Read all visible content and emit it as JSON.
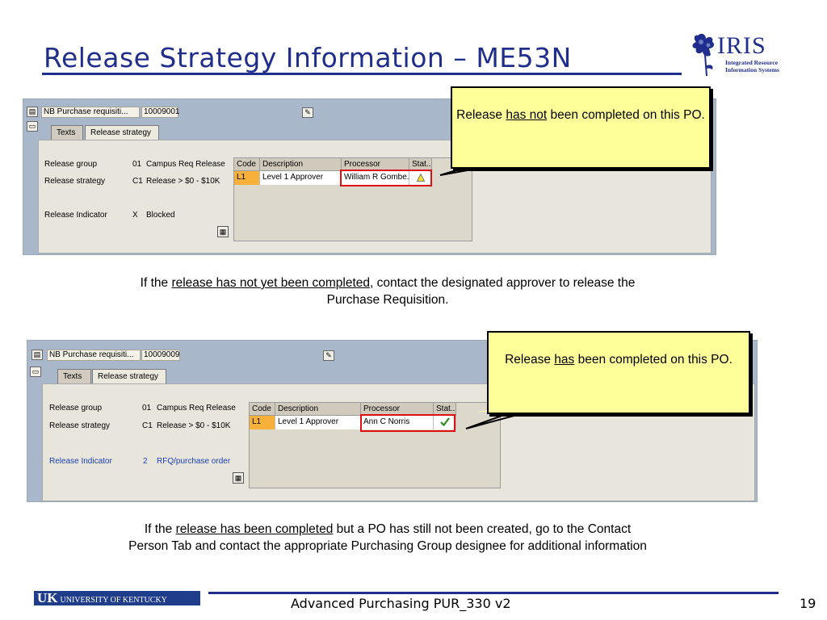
{
  "slide": {
    "title": "Release Strategy Information – ME53N",
    "logo_name": "IRIS",
    "logo_sub1": "Integrated Resource",
    "logo_sub2": "Information Systems",
    "footer_logo_uk": "UK",
    "footer_logo_name": "UNIVERSITY OF KENTUCKY",
    "footer_text": "Advanced Purchasing PUR_330 v2",
    "page_number": "19"
  },
  "screen1": {
    "doc_type": "NB Purchase requisiti...",
    "doc_number": "10009001",
    "tab_texts": "Texts",
    "tab_release": "Release strategy",
    "release_group_label": "Release group",
    "release_group_code": "01",
    "release_group_value": "Campus Req Release",
    "release_strategy_label": "Release strategy",
    "release_strategy_code": "C1",
    "release_strategy_value": "Release > $0 - $10K",
    "release_indicator_label": "Release Indicator",
    "release_indicator_code": "X",
    "release_indicator_value": "Blocked",
    "columns": [
      "Code",
      "Description",
      "Processor",
      "Stat..."
    ],
    "row": {
      "code": "L1",
      "description": "Level 1 Approver",
      "processor": "William R Gombe...",
      "status_icon": "warning-icon"
    }
  },
  "screen2": {
    "doc_type": "NB Purchase requisiti...",
    "doc_number": "10009009",
    "tab_texts": "Texts",
    "tab_release": "Release strategy",
    "release_group_label": "Release group",
    "release_group_code": "01",
    "release_group_value": "Campus Req Release",
    "release_strategy_label": "Release strategy",
    "release_strategy_code": "C1",
    "release_strategy_value": "Release > $0 - $10K",
    "release_indicator_label": "Release Indicator",
    "release_indicator_code": "2",
    "release_indicator_value": "RFQ/purchase order",
    "columns": [
      "Code",
      "Description",
      "Processor",
      "Stat..."
    ],
    "row": {
      "code": "L1",
      "description": "Level 1 Approver",
      "processor": "Ann C Norris",
      "status_icon": "checkmark-icon"
    }
  },
  "callout1": {
    "pre": "Release ",
    "emph": "has not",
    "post": " been completed on this PO."
  },
  "callout2": {
    "pre": "Release ",
    "emph": "has",
    "post": " been completed on this PO."
  },
  "caption1": {
    "pre": "If the ",
    "emph": "release has not yet been completed",
    "post": ", contact the designated approver to release the",
    "line2": "Purchase Requisition."
  },
  "caption2": {
    "pre": "If the ",
    "emph": "release has been completed",
    "post": " but a PO has still not been created, go to the Contact",
    "line2": "Person Tab and contact the appropriate Purchasing Group designee for additional information"
  },
  "colors": {
    "title": "#1f2e8c",
    "callout_bg": "#ffff9a",
    "highlight": "#e01010",
    "code_cell": "#f7b13a",
    "release_indicator_active": "#1a3fbf"
  }
}
